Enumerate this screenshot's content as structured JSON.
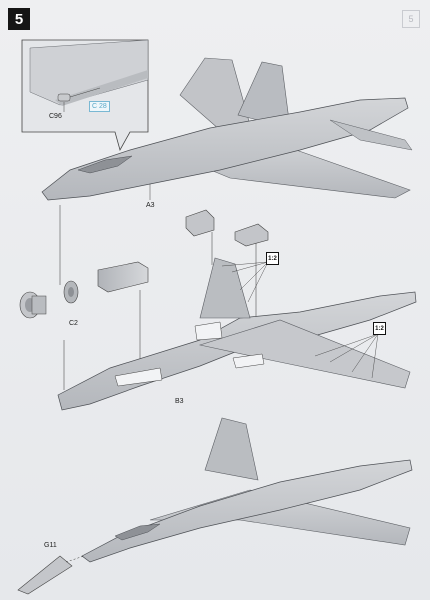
{
  "step": {
    "number": "5"
  },
  "corner_mark": "5",
  "detail": {
    "part_label": "C96",
    "callout_code": "C 28"
  },
  "labels": {
    "upper_fuselage": "A3",
    "nozzle_part": "C2",
    "lower_fuselage": "B3",
    "nose_cone": "G11"
  },
  "note_icon_text": "1:2",
  "colors": {
    "airframe": "#c7c9cd",
    "airframe_shadow": "#a8abb1",
    "line": "#4a4d52",
    "callout": "#5aa9c8",
    "background": "#ebecee"
  }
}
